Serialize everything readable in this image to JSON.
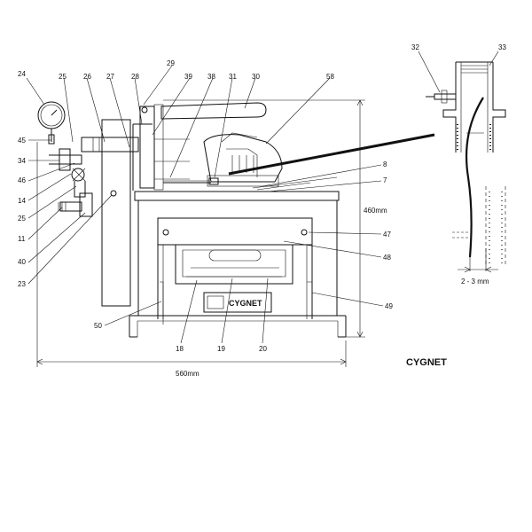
{
  "title": "CYGNET",
  "plate_text": "CYGNET",
  "dimensions": {
    "height": "460mm",
    "width": "560mm",
    "gap": "2 - 3 mm"
  },
  "callouts": {
    "c24": "24",
    "c25a": "25",
    "c26": "26",
    "c27": "27",
    "c28": "28",
    "c29": "29",
    "c39": "39",
    "c38": "38",
    "c31": "31",
    "c30": "30",
    "c58": "58",
    "c45": "45",
    "c34": "34",
    "c46": "46",
    "c14": "14",
    "c25b": "25",
    "c11": "11",
    "c40": "40",
    "c23": "23",
    "c8": "8",
    "c7": "7",
    "c47": "47",
    "c48": "48",
    "c49": "49",
    "c50": "50",
    "c18": "18",
    "c19": "19",
    "c20": "20",
    "c32": "32",
    "c33": "33"
  }
}
